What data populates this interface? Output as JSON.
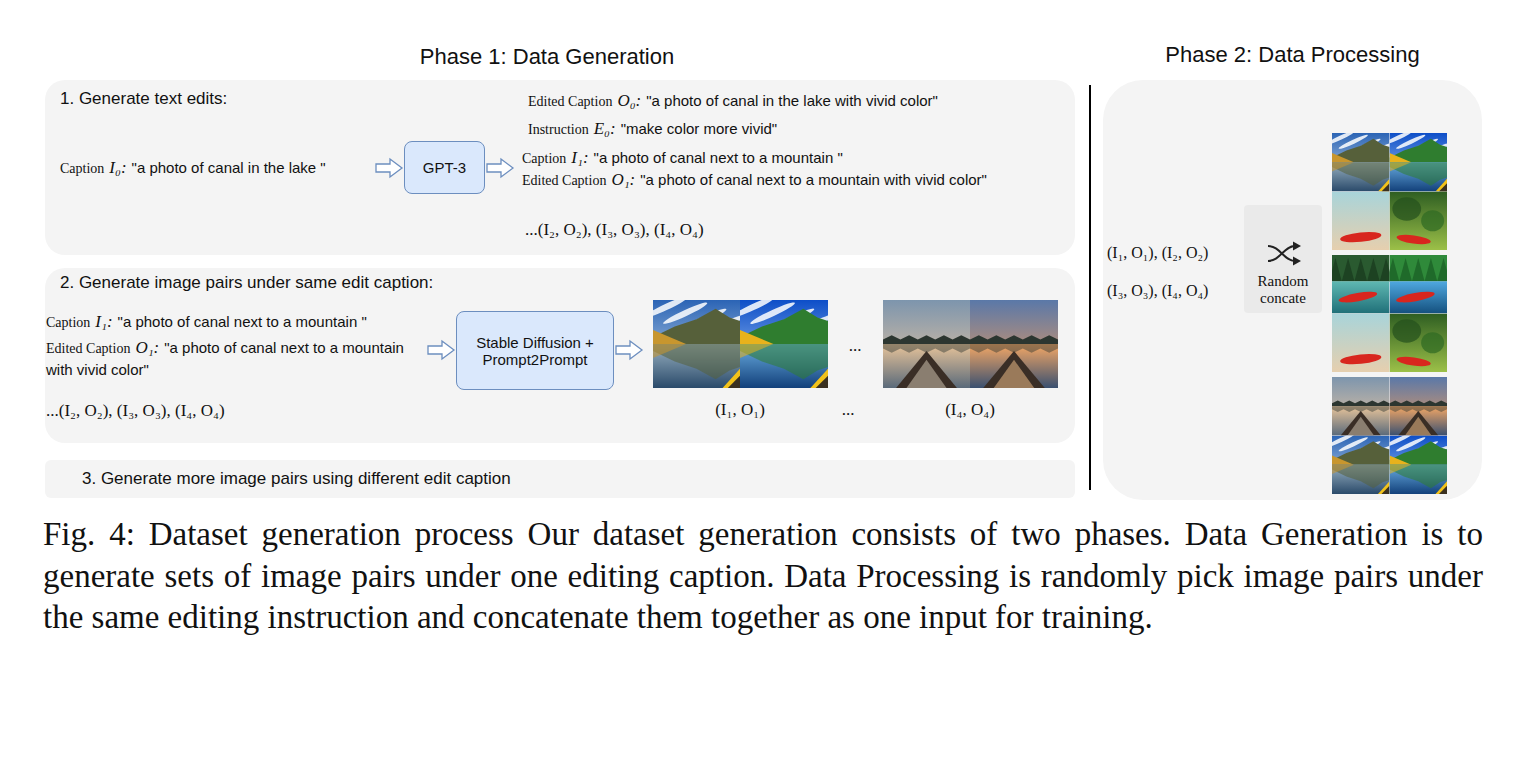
{
  "diagram": {
    "caption": "Fig. 4: Dataset generation process Our dataset generation consists of two phases. Data Generation is to generate sets of image pairs under one editing caption. Data Processing is randomly pick image pairs under the same editing instruction and concatenate them together as one input for training.",
    "nodes": [
      {
        "text": [
          "1. Generate text edits:"
        ]
      },
      {
        "text": [
          "GPT-3"
        ],
        "in": 0
      },
      {
        "text": [
          "2. Generate image pairs under same edit caption:"
        ]
      },
      {
        "text": [
          "Stable Diffusion + Prompt2Prompt"
        ],
        "in": 2
      },
      {
        "text": [
          "3. Generate more image pairs using different edit caption"
        ]
      },
      {
        "text": [
          "Phase 2: Data Processing"
        ]
      },
      {
        "text": [
          "Random concate"
        ],
        "in": 5
      }
    ],
    "labels": [
      "Phase 1: Data Generation",
      "Edited Caption",
      "O₀:",
      "\"a photo of canal in the lake with vivid color\"",
      "Instruction",
      "E₀:",
      "\"make color more vivid\"",
      "Caption",
      "I₀:",
      "\"a photo of canal in the lake \"",
      "Caption",
      "I₁:",
      "\"a photo of canal next to a mountain \"",
      "Edited Caption",
      "O₁:",
      "\"a photo of canal next to a mountain with vivid color\"",
      "...(I₂, O₂), (I₃, O₃), (I₄, O₄)",
      "Caption",
      "I₁:",
      "\"a photo of canal next to a mountain \"",
      "Edited Caption",
      "O₁:",
      "\"a photo of canal next to a mountain with vivid color\"",
      "...(I₂, O₂), (I₃, O₃), (I₄, O₄)",
      "...",
      "(I₁, O₁)",
      "...",
      "(I₄, O₄)",
      "(I₁, O₁), (I₂, O₂)",
      "(I₃, O₃), (I₄, O₄)"
    ]
  }
}
